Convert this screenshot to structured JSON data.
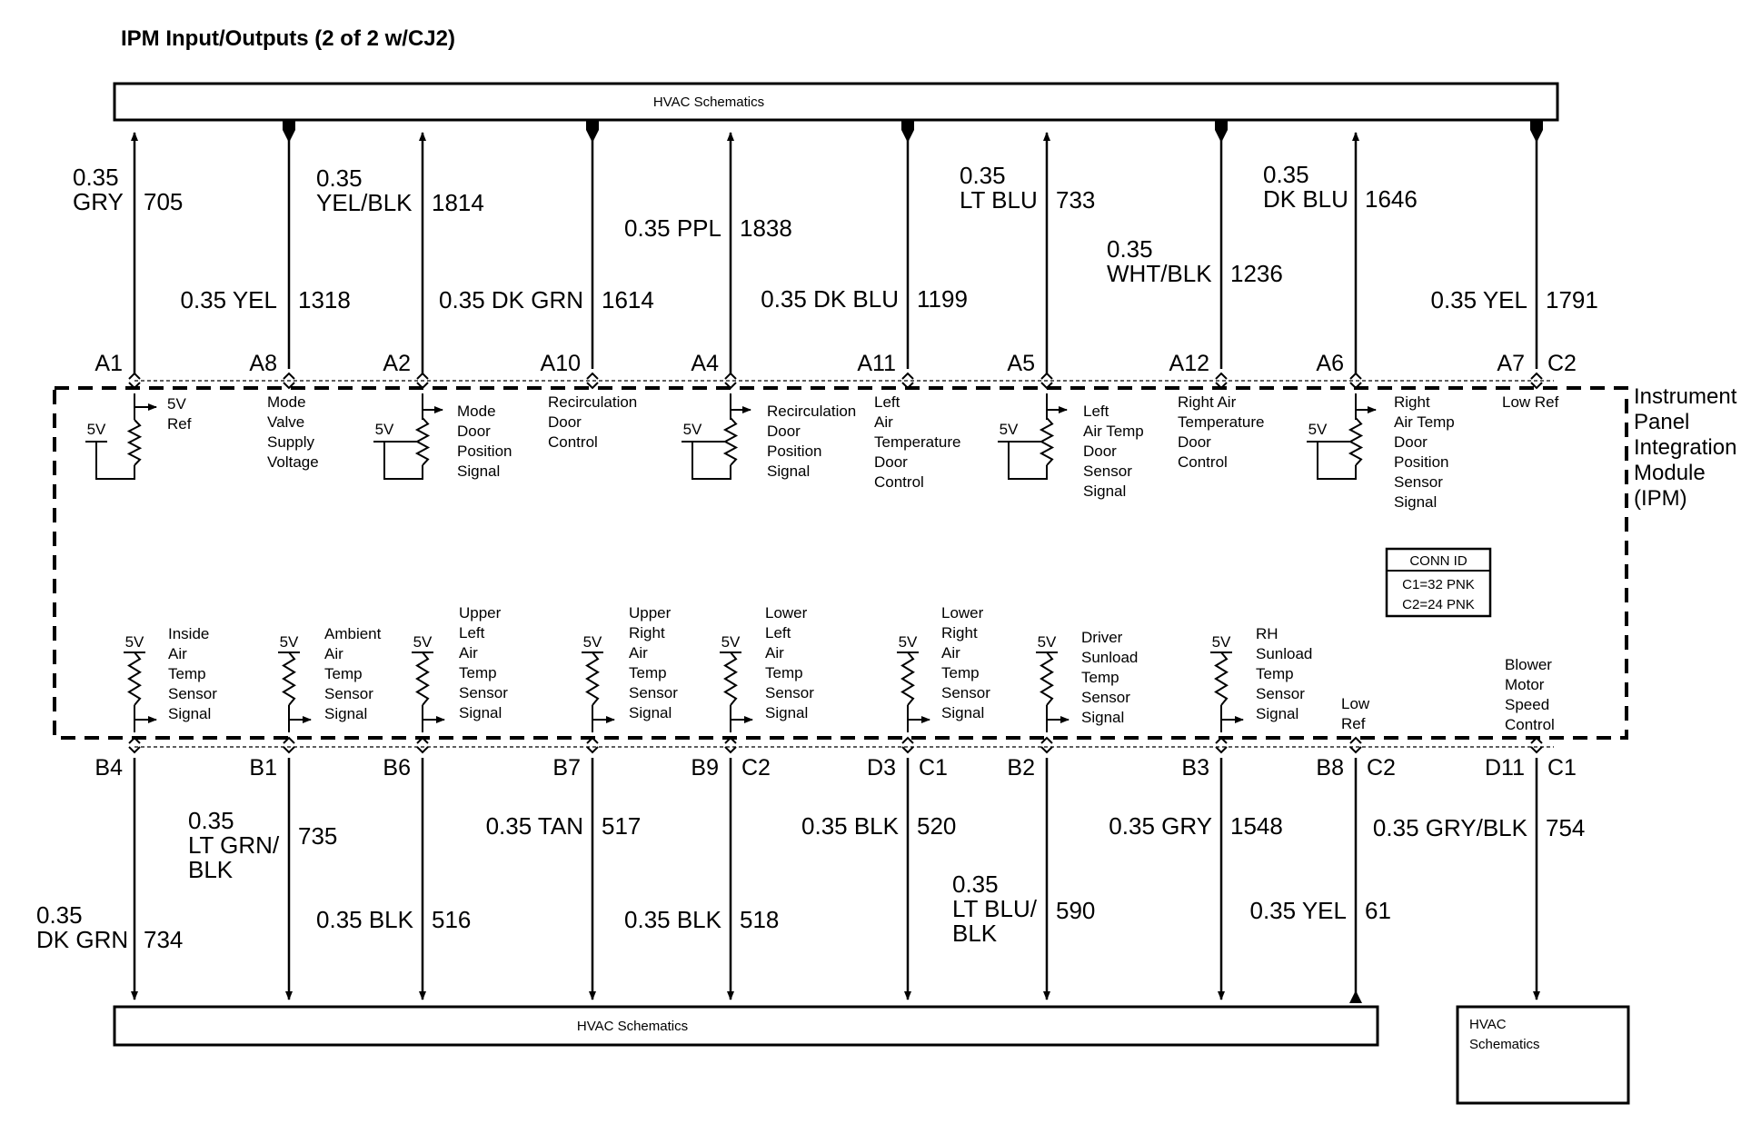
{
  "title": "IPM Input/Outputs (2 of 2 w/CJ2)",
  "top_box_label": "HVAC Schematics",
  "bottom_box_label": "HVAC Schematics",
  "bottom_right_box_label": [
    "HVAC",
    "Schematics"
  ],
  "module_label": [
    "Instrument",
    "Panel",
    "Integration",
    "Module",
    "(IPM)"
  ],
  "conn_id": {
    "title": "CONN ID",
    "lines": [
      "C1=32 PNK",
      "C2=24 PNK"
    ]
  },
  "ref_5v": "5V",
  "top_circuits": [
    {
      "pin": "A1",
      "gauge_color": [
        "0.35",
        "GRY"
      ],
      "circuit": "705",
      "dir": "up",
      "label": [
        "5V",
        "Ref"
      ],
      "kind": "ref"
    },
    {
      "pin": "A8",
      "gauge_color": [
        "0.35 YEL"
      ],
      "circuit": "1318",
      "dir": "down",
      "label": [
        "Mode",
        "Valve",
        "Supply",
        "Voltage"
      ],
      "kind": "text"
    },
    {
      "pin": "A2",
      "gauge_color": [
        "0.35",
        "YEL/BLK"
      ],
      "circuit": "1814",
      "dir": "up",
      "label": [
        "Mode",
        "Door",
        "Position",
        "Signal"
      ],
      "kind": "pot"
    },
    {
      "pin": "A10",
      "gauge_color": [
        "0.35 DK GRN"
      ],
      "circuit": "1614",
      "dir": "down",
      "label": [
        "Recirculation",
        "Door",
        "Control"
      ],
      "kind": "text"
    },
    {
      "pin": "A4",
      "gauge_color": [
        "0.35 PPL"
      ],
      "circuit": "1838",
      "dir": "up",
      "label": [
        "Recirculation",
        "Door",
        "Position",
        "Signal"
      ],
      "kind": "pot"
    },
    {
      "pin": "A11",
      "gauge_color": [
        "0.35 DK BLU"
      ],
      "circuit": "1199",
      "dir": "down",
      "label": [
        "Left",
        "Air",
        "Temperature",
        "Door",
        "Control"
      ],
      "kind": "text"
    },
    {
      "pin": "A5",
      "gauge_color": [
        "0.35",
        "LT BLU"
      ],
      "circuit": "733",
      "dir": "up",
      "label": [
        "Left",
        "Air Temp",
        "Door",
        "Sensor",
        "Signal"
      ],
      "kind": "pot"
    },
    {
      "pin": "A12",
      "gauge_color": [
        "0.35",
        "WHT/BLK"
      ],
      "circuit": "1236",
      "dir": "down",
      "label": [
        "Right Air",
        "Temperature",
        "Door",
        "Control"
      ],
      "kind": "text"
    },
    {
      "pin": "A6",
      "gauge_color": [
        "0.35",
        "DK BLU"
      ],
      "circuit": "1646",
      "dir": "up",
      "label": [
        "Right",
        "Air Temp",
        "Door",
        "Position",
        "Sensor",
        "Signal"
      ],
      "kind": "pot"
    },
    {
      "pin": "A7",
      "conn": "C2",
      "gauge_color": [
        "0.35 YEL"
      ],
      "circuit": "1791",
      "dir": "down",
      "label": [
        "Low Ref"
      ],
      "kind": "text"
    }
  ],
  "bottom_circuits": [
    {
      "pin": "B4",
      "gauge_color": [
        "0.35",
        "DK GRN"
      ],
      "circuit": "734",
      "label": [
        "Inside",
        "Air",
        "Temp",
        "Sensor",
        "Signal"
      ]
    },
    {
      "pin": "B1",
      "gauge_color": [
        "0.35",
        "LT GRN/",
        "BLK"
      ],
      "circuit": "735",
      "label": [
        "Ambient",
        "Air",
        "Temp",
        "Sensor",
        "Signal"
      ]
    },
    {
      "pin": "B6",
      "gauge_color": [
        "0.35 BLK"
      ],
      "circuit": "516",
      "label": [
        "Upper",
        "Left",
        "Air",
        "Temp",
        "Sensor",
        "Signal"
      ]
    },
    {
      "pin": "B7",
      "gauge_color": [
        "0.35 TAN"
      ],
      "circuit": "517",
      "label": [
        "Upper",
        "Right",
        "Air",
        "Temp",
        "Sensor",
        "Signal"
      ]
    },
    {
      "pin": "B9",
      "conn": "C2",
      "gauge_color": [
        "0.35 BLK"
      ],
      "circuit": "518",
      "label": [
        "Lower",
        "Left",
        "Air",
        "Temp",
        "Sensor",
        "Signal"
      ]
    },
    {
      "pin": "D3",
      "conn": "C1",
      "gauge_color": [
        "0.35 BLK"
      ],
      "circuit": "520",
      "label": [
        "Lower",
        "Right",
        "Air",
        "Temp",
        "Sensor",
        "Signal"
      ]
    },
    {
      "pin": "B2",
      "gauge_color": [
        "0.35",
        "LT BLU/",
        "BLK"
      ],
      "circuit": "590",
      "label": [
        "Driver",
        "Sunload",
        "Temp",
        "Sensor",
        "Signal"
      ]
    },
    {
      "pin": "B3",
      "gauge_color": [
        "0.35 GRY"
      ],
      "circuit": "1548",
      "label": [
        "RH",
        "Sunload",
        "Temp",
        "Sensor",
        "Signal"
      ]
    },
    {
      "pin": "B8",
      "conn": "C2",
      "gauge_color": [
        "0.35 YEL"
      ],
      "circuit": "61",
      "label": [
        "Low",
        "Ref"
      ]
    },
    {
      "pin": "D11",
      "conn": "C1",
      "gauge_color": [
        "0.35 GRY/BLK"
      ],
      "circuit": "754",
      "label": [
        "Blower",
        "Motor",
        "Speed",
        "Control"
      ]
    }
  ]
}
